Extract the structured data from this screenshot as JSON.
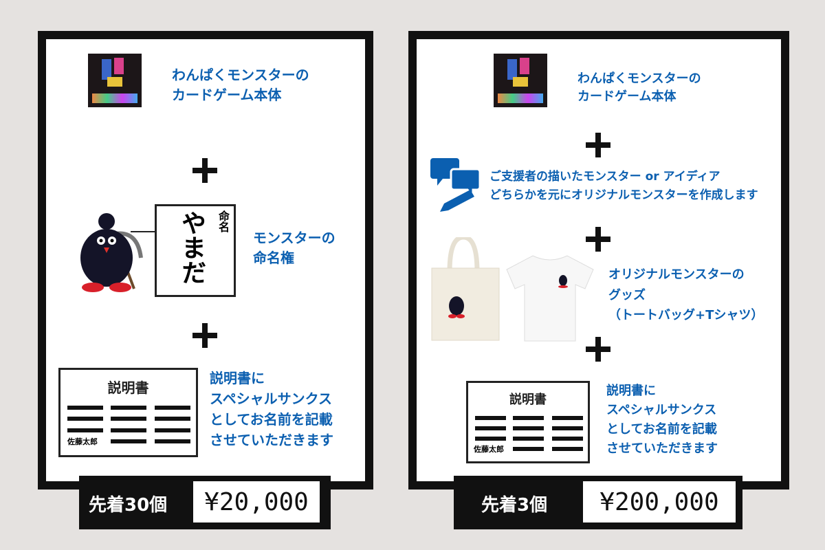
{
  "colors": {
    "accent": "#0b5fb0",
    "background": "#e5e2e0",
    "frame": "#111111"
  },
  "left": {
    "product_text": [
      "わんぱくモンスターの",
      "カードゲーム本体"
    ],
    "name_card": {
      "label": "命名",
      "name": "やまだ"
    },
    "naming_text": [
      "モンスターの",
      "命名権"
    ],
    "manual": {
      "title": "説明書",
      "sample_name": "佐藤太郎"
    },
    "thanks_text": [
      "説明書に",
      "スペシャルサンクス",
      "としてお名前を記載",
      "させていただきます"
    ],
    "limit": "先着30個",
    "price": "¥20,000"
  },
  "right": {
    "product_text": [
      "わんぱくモンスターの",
      "カードゲーム本体"
    ],
    "idea_text": [
      "ご支援者の描いたモンスター or アイディア",
      "どちらかを元にオリジナルモンスターを作成します"
    ],
    "goods_text": [
      "オリジナルモンスターの",
      "グッズ",
      "（トートバッグ+Tシャツ）"
    ],
    "manual": {
      "title": "説明書",
      "sample_name": "佐藤太郎"
    },
    "thanks_text": [
      "説明書に",
      "スペシャルサンクス",
      "としてお名前を記載",
      "させていただきます"
    ],
    "limit": "先着3個",
    "price": "¥200,000"
  }
}
